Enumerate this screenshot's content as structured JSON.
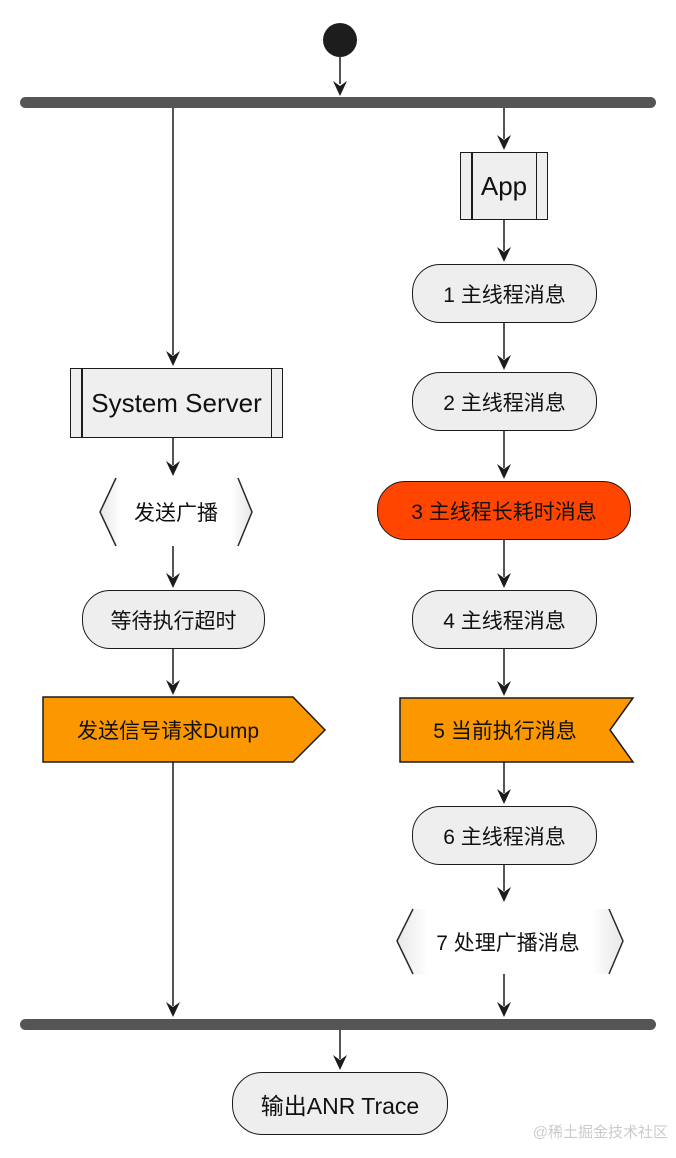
{
  "flow": {
    "left": {
      "component": "System Server",
      "steps": [
        {
          "label": "发送广播",
          "shape": "angle-bracket"
        },
        {
          "label": "等待执行超时",
          "shape": "rounded"
        },
        {
          "label": "发送信号请求Dump",
          "shape": "signal-send",
          "fill": "#FB9800"
        }
      ]
    },
    "right": {
      "component": "App",
      "steps": [
        {
          "label": "1 主线程消息",
          "shape": "rounded"
        },
        {
          "label": "2 主线程消息",
          "shape": "rounded"
        },
        {
          "label": "3 主线程长耗时消息",
          "shape": "rounded",
          "fill": "#FF4500"
        },
        {
          "label": "4 主线程消息",
          "shape": "rounded"
        },
        {
          "label": "5 当前执行消息",
          "shape": "signal-receive",
          "fill": "#FB9800"
        },
        {
          "label": "6 主线程消息",
          "shape": "rounded"
        },
        {
          "label": "7 处理广播消息",
          "shape": "angle-bracket"
        }
      ]
    },
    "end": {
      "label": "输出ANR Trace"
    },
    "watermark": "@稀土掘金技术社区",
    "colors": {
      "node_fill": "#EEEEEE",
      "node_border": "#1B1B1B",
      "highlight_red": "#FF4500",
      "highlight_orange": "#FB9800",
      "fork_join_bar": "#555555",
      "line": "#1C1C1C",
      "watermark_text": "#CBCBCB"
    }
  }
}
